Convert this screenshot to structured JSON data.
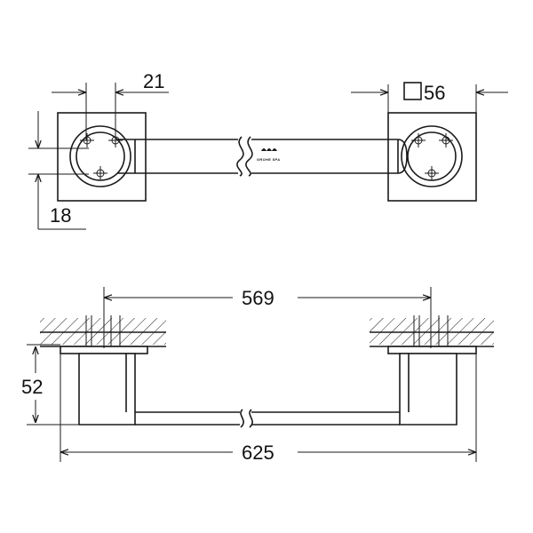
{
  "dimensions": {
    "offset_top": "21",
    "square": "56",
    "offset_side": "18",
    "spacing": "569",
    "height": "52",
    "length": "625"
  },
  "logo": {
    "text": "GROHE SPA"
  },
  "colors": {
    "line": "#1a1a1a",
    "background": "#ffffff"
  },
  "symbols": {
    "square_symbol": "square-icon"
  }
}
